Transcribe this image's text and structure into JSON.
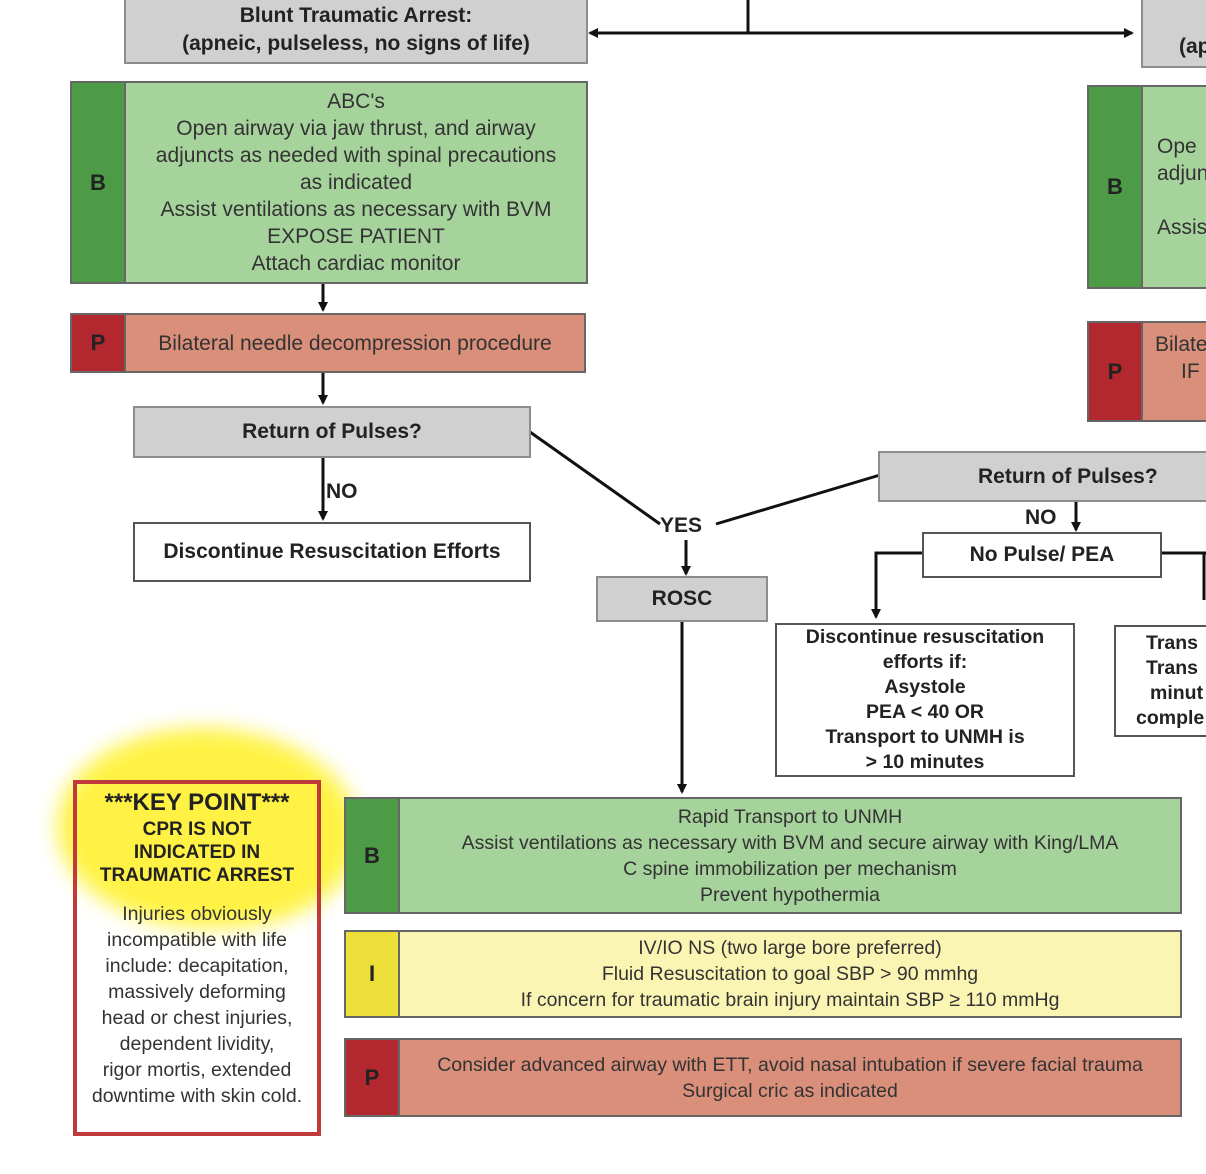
{
  "left_column": {
    "arrest_box": {
      "title": "Blunt Traumatic Arrest:",
      "subtitle": "(apneic, pulseless, no signs of life)"
    },
    "b_block": {
      "badge": "B",
      "lines": [
        "ABC's",
        "Open airway via jaw thrust, and airway",
        "adjuncts as needed with spinal precautions",
        "as indicated",
        "Assist ventilations as necessary with BVM",
        "EXPOSE PATIENT",
        "Attach cardiac monitor"
      ]
    },
    "p_block": {
      "badge": "P",
      "text": "Bilateral needle decompression procedure"
    },
    "pulse_question": "Return of Pulses?",
    "no_label": "NO",
    "discontinue_box": "Discontinue Resuscitation Efforts"
  },
  "center": {
    "yes_label": "YES",
    "rosc_box": "ROSC"
  },
  "right_column": {
    "arrest_partial": "(ap",
    "b_block": {
      "badge": "B",
      "lines": [
        "Ope",
        "adjun",
        "",
        "Assis"
      ]
    },
    "p_block": {
      "badge": "P",
      "lines": [
        "Bilate",
        "IF"
      ]
    },
    "pulse_question": "Return of Pulses?",
    "no_label": "NO",
    "pea_box": "No Pulse/ PEA",
    "discontinue_box": {
      "lines": [
        "Discontinue resuscitation",
        "efforts if:",
        "Asystole",
        "PEA < 40 OR",
        "Transport to UNMH is",
        "> 10 minutes"
      ]
    },
    "transport_box": {
      "lines": [
        "Trans",
        "Trans",
        "minut",
        "comple"
      ]
    }
  },
  "bottom": {
    "b_block": {
      "badge": "B",
      "lines": [
        "Rapid Transport to UNMH",
        "Assist ventilations as necessary with BVM and secure airway with King/LMA",
        "C spine immobilization per mechanism",
        "Prevent hypothermia"
      ]
    },
    "i_block": {
      "badge": "I",
      "lines": [
        "IV/IO NS (two large bore preferred)",
        "Fluid Resuscitation to goal SBP > 90 mmhg",
        "If concern for traumatic brain injury maintain SBP ≥ 110 mmHg"
      ]
    },
    "p_block": {
      "badge": "P",
      "lines": [
        "Consider advanced airway with ETT, avoid nasal intubation if severe facial trauma",
        "Surgical cric as indicated"
      ]
    }
  },
  "key_point": {
    "header": "***KEY POINT***",
    "emphasis": [
      "CPR IS NOT",
      "INDICATED IN",
      "TRAUMATIC ARREST"
    ],
    "body": [
      "Injuries obviously",
      "incompatible with life",
      "include: decapitation,",
      "massively deforming",
      "head or chest injuries,",
      "dependent lividity,",
      "rigor mortis, extended",
      "downtime with skin cold."
    ]
  },
  "colors": {
    "b_badge": "#4d9a47",
    "b_fill": "#a6d29c",
    "p_badge": "#b3282e",
    "p_fill": "#d98f7a",
    "i_badge": "#ecdf3a",
    "i_fill": "#fbf5b3",
    "gray_box": "#d0d0d0",
    "key_border": "#c0393b",
    "highlight": "#fff23a"
  }
}
